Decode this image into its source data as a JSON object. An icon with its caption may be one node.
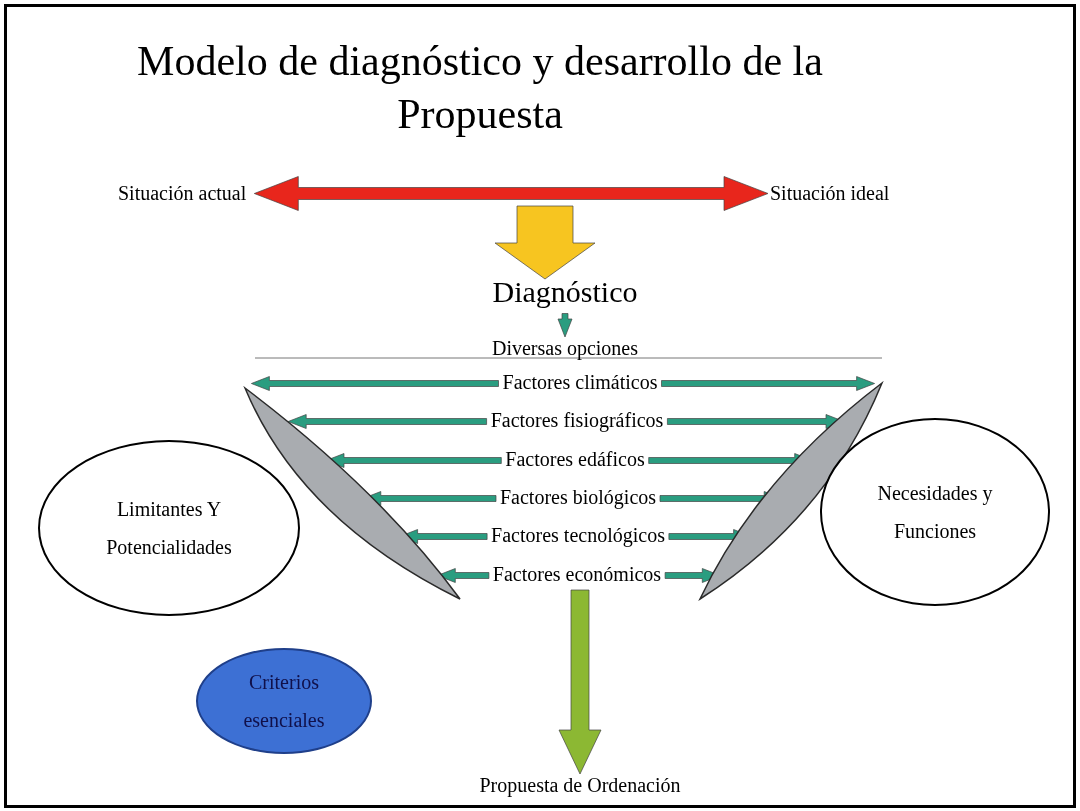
{
  "diagram": {
    "title": "Modelo de diagnóstico y desarrollo de la Propuesta",
    "nodes": [
      {
        "text": [
          "Situación actual"
        ]
      },
      {
        "text": [
          "Situación ideal"
        ]
      },
      {
        "text": [
          "Diagnóstico"
        ]
      },
      {
        "text": [
          "Diversas opciones"
        ]
      },
      {
        "text": [
          "Factores climáticos"
        ]
      },
      {
        "text": [
          "Factores fisiográficos"
        ]
      },
      {
        "text": [
          "Factores edáficos"
        ]
      },
      {
        "text": [
          "Factores biológicos"
        ]
      },
      {
        "text": [
          "Factores tecnológicos"
        ]
      },
      {
        "text": [
          "Factores económicos"
        ]
      },
      {
        "text": [],
        "shape": "wedge"
      },
      {
        "text": [],
        "shape": "wedge"
      },
      {
        "text": [
          "Limitantes Y Potencialidades"
        ]
      },
      {
        "text": [
          "Necesidades y Funciones"
        ]
      },
      {
        "text": [
          "Criterios esenciales"
        ]
      },
      {
        "text": [
          "Propuesta de Ordenación"
        ]
      }
    ],
    "edges": [
      {
        "from": 0,
        "to": 1,
        "arrow": "both",
        "style": "thick",
        "color": "#e8261c"
      },
      {
        "from": null,
        "to": 2,
        "arrow": "to",
        "style": "thick",
        "color": "#f7c520"
      },
      {
        "from": 2,
        "to": 3,
        "arrow": "to"
      },
      {
        "from": 4,
        "to": 10,
        "arrow": "to"
      },
      {
        "from": 4,
        "to": 11,
        "arrow": "to"
      },
      {
        "from": 5,
        "to": 10,
        "arrow": "to"
      },
      {
        "from": 5,
        "to": 11,
        "arrow": "to"
      },
      {
        "from": 6,
        "to": 10,
        "arrow": "to"
      },
      {
        "from": 6,
        "to": 11,
        "arrow": "to"
      },
      {
        "from": 7,
        "to": 10,
        "arrow": "to"
      },
      {
        "from": 7,
        "to": 11,
        "arrow": "to"
      },
      {
        "from": 8,
        "to": 10,
        "arrow": "to"
      },
      {
        "from": 8,
        "to": 11,
        "arrow": "to"
      },
      {
        "from": 9,
        "to": 10,
        "arrow": "to"
      },
      {
        "from": 9,
        "to": 11,
        "arrow": "to"
      },
      {
        "from": 9,
        "to": 15,
        "arrow": "to",
        "style": "thick",
        "color": "#8cb833"
      }
    ]
  }
}
